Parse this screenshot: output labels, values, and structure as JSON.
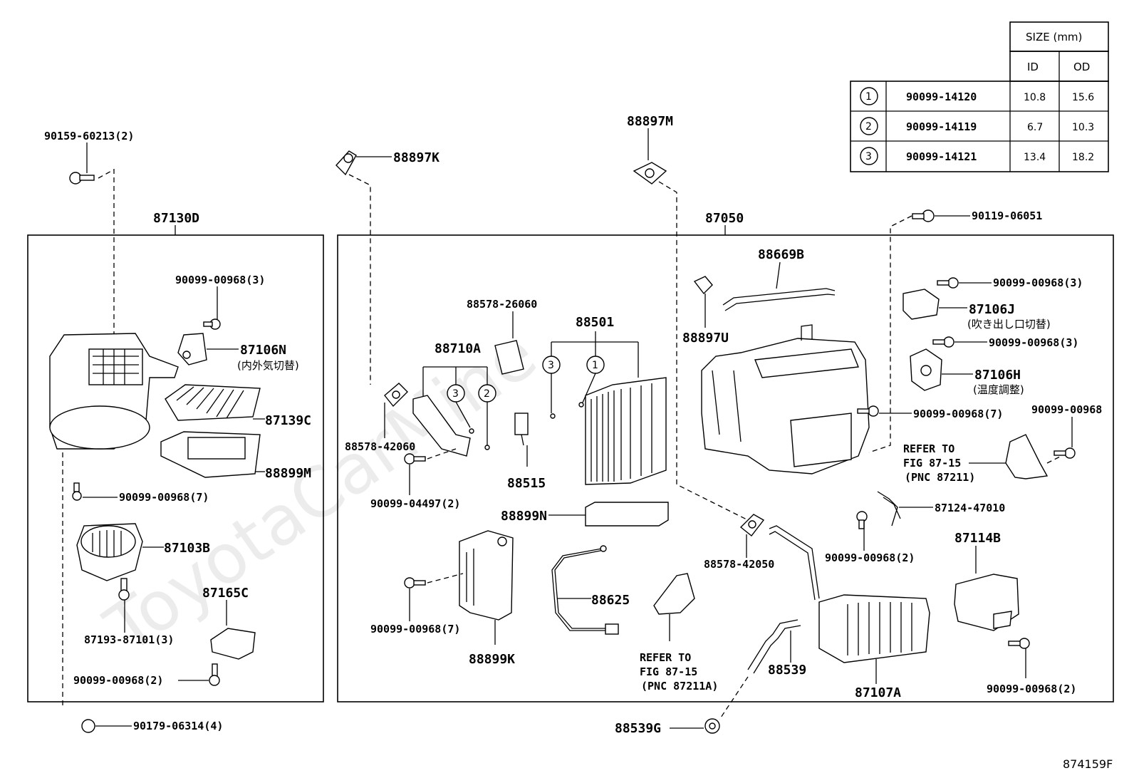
{
  "watermark": "ToyotaCarMine",
  "figure_id": "874159F",
  "groups": {
    "left": "87130D",
    "right": "87050"
  },
  "size_table": {
    "header_size": "SIZE (mm)",
    "col_id": "ID",
    "col_od": "OD",
    "rows": [
      {
        "no": "1",
        "part": "90099-14120",
        "id": "10.8",
        "od": "15.6"
      },
      {
        "no": "2",
        "part": "90099-14119",
        "id": "6.7",
        "od": "10.3"
      },
      {
        "no": "3",
        "part": "90099-14121",
        "id": "13.4",
        "od": "18.2"
      }
    ]
  },
  "labels": {
    "p90159": "90159-60213(2)",
    "p88897K": "88897K",
    "p88897M": "88897M",
    "p90119": "90119-06051",
    "p90099_00968_3a": "90099-00968(3)",
    "p87106N": "87106N",
    "p87106N_note": "(内外気切替)",
    "p87139C": "87139C",
    "p88899M": "88899M",
    "p90099_00968_7a": "90099-00968(7)",
    "p87103B": "87103B",
    "p87165C": "87165C",
    "p87193": "87193-87101(3)",
    "p90099_00968_2a": "90099-00968(2)",
    "p90179": "90179-06314(4)",
    "p88578_26060": "88578-26060",
    "p88501": "88501",
    "p88710A": "88710A",
    "p88578_42060": "88578-42060",
    "p88515": "88515",
    "p90099_04497": "90099-04497(2)",
    "p88899N": "88899N",
    "p88625": "88625",
    "p90099_00968_7b": "90099-00968(7)",
    "p88899K": "88899K",
    "refer_fig": "REFER TO",
    "refer_fig2": "FIG 87-15",
    "refer_pnc_a": "(PNC 87211A)",
    "p88539": "88539",
    "p88539G": "88539G",
    "p88669B": "88669B",
    "p88897U": "88897U",
    "p88578_42050": "88578-42050",
    "p90099_00968_3b": "90099-00968(3)",
    "p87106J": "87106J",
    "p87106J_note": "(吹き出し口切替)",
    "p90099_00968_3c": "90099-00968(3)",
    "p87106H": "87106H",
    "p87106H_note": "(温度調整)",
    "p90099_00968_7c": "90099-00968(7)",
    "p90099_00968": "90099-00968",
    "refer2_a": "REFER TO",
    "refer2_b": "FIG 87-15",
    "refer2_c": "(PNC 87211)",
    "p87124": "87124-47010",
    "p90099_00968_2b": "90099-00968(2)",
    "p87114B": "87114B",
    "p87107A": "87107A",
    "p90099_00968_2c": "90099-00968(2)"
  },
  "callouts": {
    "c1": "1",
    "c2": "2",
    "c3": "3"
  }
}
